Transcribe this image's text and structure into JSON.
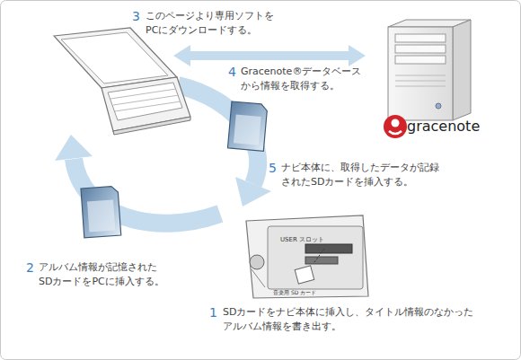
{
  "diagram": {
    "labels": [
      "3",
      "このページより専用ソフトを PCにダウンロードする。",
      "4",
      "Gracenote®データベース から情報を取得する。",
      "gracenote",
      "5",
      "ナビ本体に、取得したデータが記録 されたSDカードを挿入する。",
      "2",
      "アルバム情報が記憶された SDカードをPCに挿入する。",
      "USER スロット",
      "音楽用 SD カード",
      "1",
      "SDカードをナビ本体に挿入し、タイトル情報のなかった アルバム情報を書き出す。"
    ]
  }
}
